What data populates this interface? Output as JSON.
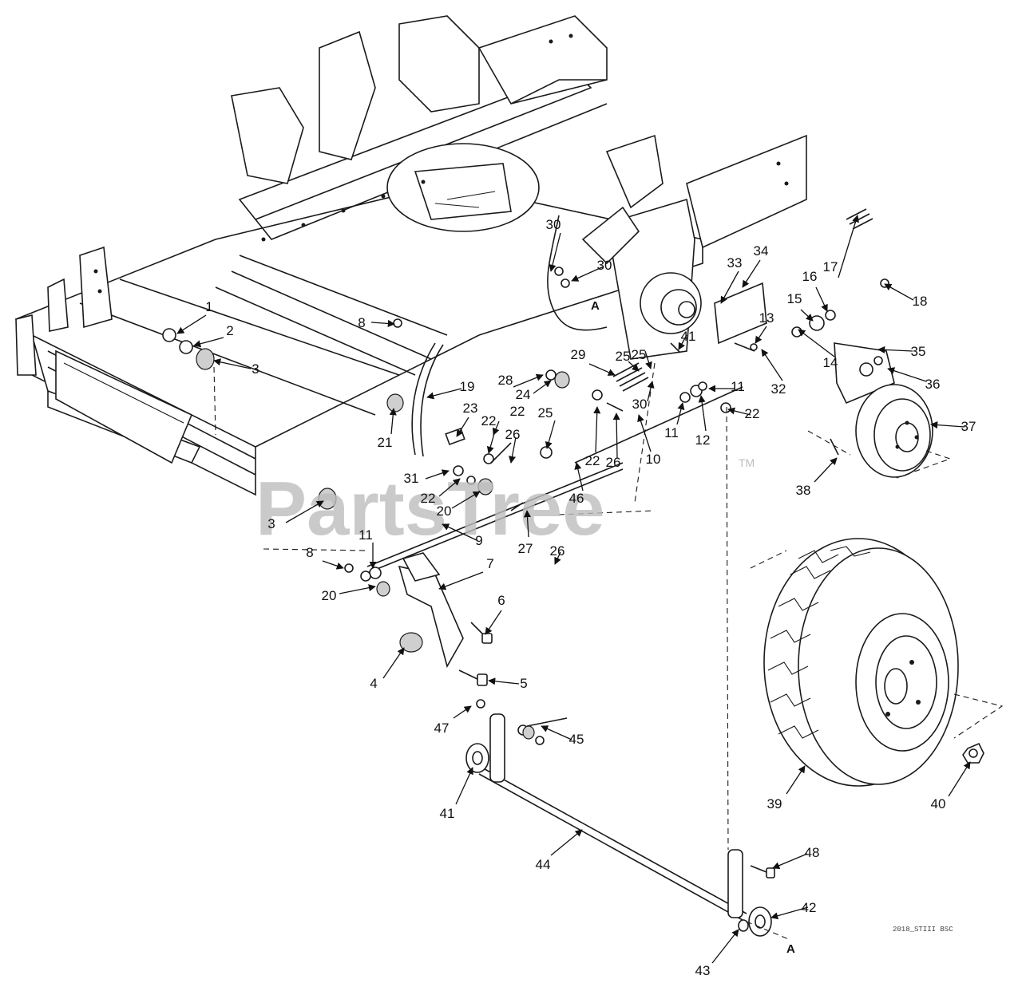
{
  "watermark": {
    "brand": "PartsTree",
    "trademark": "TM"
  },
  "drawing_code": "2018_STIII BSC",
  "reference_marker": "A",
  "callouts": [
    {
      "n": "1"
    },
    {
      "n": "2"
    },
    {
      "n": "3"
    },
    {
      "n": "3"
    },
    {
      "n": "4"
    },
    {
      "n": "5"
    },
    {
      "n": "6"
    },
    {
      "n": "7"
    },
    {
      "n": "8"
    },
    {
      "n": "8"
    },
    {
      "n": "9"
    },
    {
      "n": "10"
    },
    {
      "n": "11"
    },
    {
      "n": "11"
    },
    {
      "n": "11"
    },
    {
      "n": "12"
    },
    {
      "n": "13"
    },
    {
      "n": "14"
    },
    {
      "n": "15"
    },
    {
      "n": "16"
    },
    {
      "n": "17"
    },
    {
      "n": "18"
    },
    {
      "n": "19"
    },
    {
      "n": "20"
    },
    {
      "n": "20"
    },
    {
      "n": "21"
    },
    {
      "n": "22"
    },
    {
      "n": "22"
    },
    {
      "n": "22"
    },
    {
      "n": "22"
    },
    {
      "n": "22"
    },
    {
      "n": "23"
    },
    {
      "n": "24"
    },
    {
      "n": "25"
    },
    {
      "n": "25"
    },
    {
      "n": "25"
    },
    {
      "n": "26"
    },
    {
      "n": "26"
    },
    {
      "n": "26"
    },
    {
      "n": "27"
    },
    {
      "n": "28"
    },
    {
      "n": "29"
    },
    {
      "n": "30"
    },
    {
      "n": "30"
    },
    {
      "n": "30"
    },
    {
      "n": "31"
    },
    {
      "n": "32"
    },
    {
      "n": "33"
    },
    {
      "n": "34"
    },
    {
      "n": "35"
    },
    {
      "n": "36"
    },
    {
      "n": "37"
    },
    {
      "n": "38"
    },
    {
      "n": "39"
    },
    {
      "n": "40"
    },
    {
      "n": "41"
    },
    {
      "n": "41"
    },
    {
      "n": "42"
    },
    {
      "n": "43"
    },
    {
      "n": "44"
    },
    {
      "n": "45"
    },
    {
      "n": "46"
    },
    {
      "n": "47"
    },
    {
      "n": "48"
    }
  ]
}
